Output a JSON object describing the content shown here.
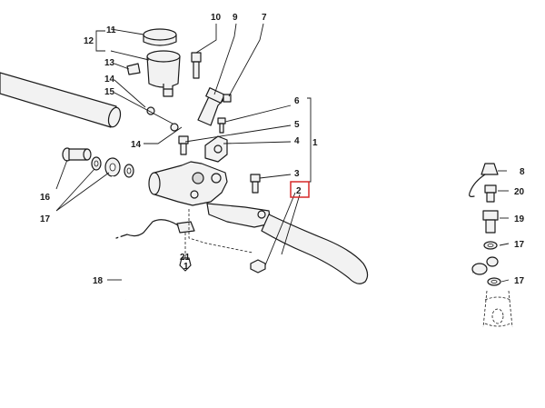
{
  "diagram": {
    "highlight_color": "#d62828",
    "callouts": [
      {
        "id": "c11",
        "label": "11"
      },
      {
        "id": "c12",
        "label": "12"
      },
      {
        "id": "c10",
        "label": "10"
      },
      {
        "id": "c9",
        "label": "9"
      },
      {
        "id": "c7",
        "label": "7"
      },
      {
        "id": "c13",
        "label": "13"
      },
      {
        "id": "c14a",
        "label": "14"
      },
      {
        "id": "c15",
        "label": "15"
      },
      {
        "id": "c6",
        "label": "6"
      },
      {
        "id": "c5",
        "label": "5"
      },
      {
        "id": "c14b",
        "label": "14"
      },
      {
        "id": "c4",
        "label": "4"
      },
      {
        "id": "c1",
        "label": "1"
      },
      {
        "id": "c3",
        "label": "3"
      },
      {
        "id": "c2",
        "label": "2"
      },
      {
        "id": "c16",
        "label": "16"
      },
      {
        "id": "c17a",
        "label": "17"
      },
      {
        "id": "c21",
        "label": "21"
      },
      {
        "id": "c21b",
        "label": "1"
      },
      {
        "id": "c18",
        "label": "18"
      },
      {
        "id": "c8",
        "label": "8"
      },
      {
        "id": "c20",
        "label": "20"
      },
      {
        "id": "c19",
        "label": "19"
      },
      {
        "id": "c17b",
        "label": "17"
      },
      {
        "id": "c17c",
        "label": "17"
      }
    ]
  }
}
